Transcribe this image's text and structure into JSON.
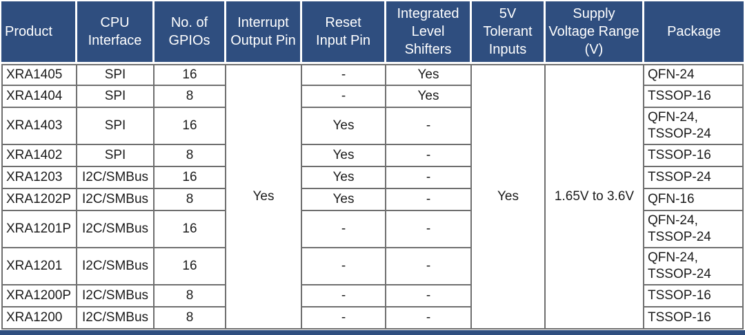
{
  "colors": {
    "header_bg": "#2F4E7F",
    "header_text": "#FFFFFF",
    "grid_border": "#6E6E6E",
    "body_text": "#1B1B1B",
    "bottom_bar": "#2F4E7F"
  },
  "table": {
    "columns": {
      "product": "Product",
      "cpu_interface": "CPU\nInterface",
      "gpios": "No. of\nGPIOs",
      "interrupt_output_pin": "Interrupt\nOutput Pin",
      "reset_input_pin": "Reset\nInput Pin",
      "level_shifters": "Integrated\nLevel\nShifters",
      "five_v_tolerant": "5V\nTolerant\nInputs",
      "supply_voltage_range": "Supply\nVoltage Range\n(V)",
      "package": "Package"
    },
    "merged": {
      "interrupt_output_pin": "Yes",
      "five_v_tolerant": "Yes",
      "supply_voltage_range": "1.65V to 3.6V"
    },
    "rows": [
      {
        "product": "XRA1405",
        "cpu_interface": "SPI",
        "gpios": "16",
        "reset_input_pin": "-",
        "level_shifters": "Yes",
        "package": "QFN-24"
      },
      {
        "product": "XRA1404",
        "cpu_interface": "SPI",
        "gpios": "8",
        "reset_input_pin": "-",
        "level_shifters": "Yes",
        "package": "TSSOP-16"
      },
      {
        "product": "XRA1403",
        "cpu_interface": "SPI",
        "gpios": "16",
        "reset_input_pin": "Yes",
        "level_shifters": "-",
        "package": "QFN-24,\nTSSOP-24"
      },
      {
        "product": "XRA1402",
        "cpu_interface": "SPI",
        "gpios": "8",
        "reset_input_pin": "Yes",
        "level_shifters": "-",
        "package": "TSSOP-16"
      },
      {
        "product": "XRA1203",
        "cpu_interface": "I2C/SMBus",
        "gpios": "16",
        "reset_input_pin": "Yes",
        "level_shifters": "-",
        "package": "TSSOP-24"
      },
      {
        "product": "XRA1202P",
        "cpu_interface": "I2C/SMBus",
        "gpios": "8",
        "reset_input_pin": "Yes",
        "level_shifters": "-",
        "package": "QFN-16"
      },
      {
        "product": "XRA1201P",
        "cpu_interface": "I2C/SMBus",
        "gpios": "16",
        "reset_input_pin": "-",
        "level_shifters": "-",
        "package": "QFN-24,\nTSSOP-24"
      },
      {
        "product": "XRA1201",
        "cpu_interface": "I2C/SMBus",
        "gpios": "16",
        "reset_input_pin": "-",
        "level_shifters": "-",
        "package": "QFN-24,\nTSSOP-24"
      },
      {
        "product": "XRA1200P",
        "cpu_interface": "I2C/SMBus",
        "gpios": "8",
        "reset_input_pin": "-",
        "level_shifters": "-",
        "package": "TSSOP-16"
      },
      {
        "product": "XRA1200",
        "cpu_interface": "I2C/SMBus",
        "gpios": "8",
        "reset_input_pin": "-",
        "level_shifters": "-",
        "package": "TSSOP-16"
      }
    ]
  }
}
